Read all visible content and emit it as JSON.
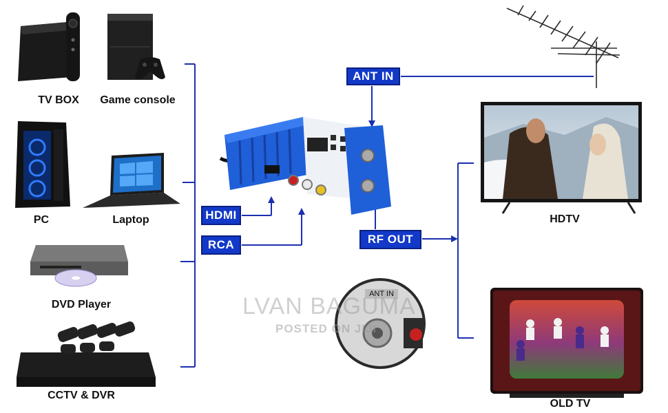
{
  "devices": {
    "tv_box": "TV BOX",
    "game_console": "Game console",
    "pc": "PC",
    "laptop": "Laptop",
    "dvd_player": "DVD Player",
    "cctv": "CCTV & DVR",
    "hdtv": "HDTV",
    "old_tv": "OLD TV"
  },
  "ports": {
    "hdmi": "HDMI",
    "rca": "RCA",
    "ant_in": "ANT IN",
    "rf_out": "RF OUT",
    "closeup_ant_in": "ANT IN"
  },
  "watermark": {
    "line1": "LVAN BAGUMA",
    "line2": "POSTED ON JIJI"
  },
  "colors": {
    "line": "#1a2fb0",
    "tag_bg": "#1239c8",
    "device_blue": "#1f5fd8"
  }
}
